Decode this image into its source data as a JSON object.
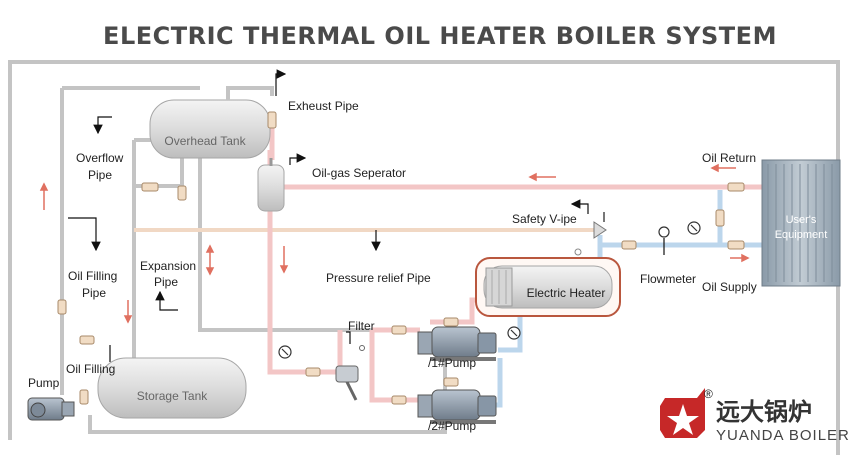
{
  "title": "ELECTRIC THERMAL OIL HEATER BOILER SYSTEM",
  "labels": {
    "exhaust_pipe": "Exheust Pipe",
    "overhead_tank": "Overhead Tank",
    "overflow_pipe_1": "Overflow",
    "overflow_pipe_2": "Pipe",
    "oil_gas_separator": "Oil-gas Seperator",
    "oil_return": "Oil Return",
    "safety_pipe": "Safety V-ipe",
    "users_equipment_1": "User's",
    "users_equipment_2": "Equipment",
    "expansion_pipe_1": "Expansion",
    "expansion_pipe_2": "Pipe",
    "oil_filling_pipe_1": "Oil Filling",
    "oil_filling_pipe_2": "Pipe",
    "pressure_relief_pipe": "Pressure relief Pipe",
    "electric_heater": "Electric Heater",
    "flowmeter": "Flowmeter",
    "oil_supply": "Oil Supply",
    "filter": "Filter",
    "pump_1": "/1#Pump",
    "pump_2": "/2#Pump",
    "oil_filling": "Oil Filling",
    "pump": "Pump",
    "storage_tank": "Storage Tank"
  },
  "brand": {
    "name_cn": "远大锅炉",
    "name_en": "YUANDA BOILER",
    "registered": "®"
  },
  "colors": {
    "hot_pipe": "#f3c6c6",
    "cold_pipe": "#bcd6ec",
    "warm_pipe": "#f6d3bc",
    "frame_pipe": "#c4c4c4",
    "arrow_red": "#e07060",
    "heater_frame": "#b9573e",
    "logo_red": "#c62828"
  }
}
